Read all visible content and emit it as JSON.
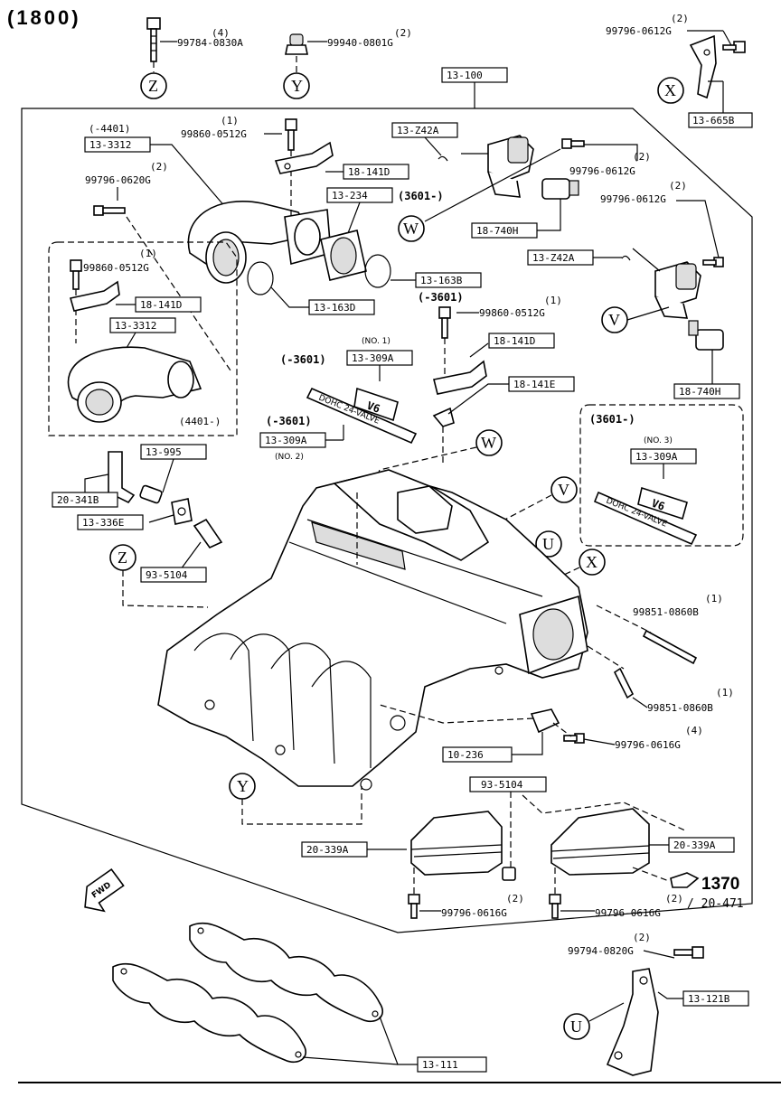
{
  "page": {
    "title": "(1800)"
  },
  "refs": {
    "r1": "13-100",
    "r2": "13-665B",
    "r3": "13-3312",
    "r4": "18-141D",
    "r5": "13-Z42A",
    "r6": "13-234",
    "r7": "18-740H",
    "r8": "13-163B",
    "r9": "13-163D",
    "r10": "18-141D",
    "r11": "13-3312",
    "r12": "13-Z42A",
    "r13": "18-141D",
    "r14": "13-309A",
    "r15": "18-141E",
    "r16": "13-309A",
    "r17": "18-740H",
    "r18": "13-995",
    "r19": "20-341B",
    "r20": "13-336E",
    "r21": "13-309A",
    "r22": "93-5104",
    "r23": "10-236",
    "r24": "93-5104",
    "r25": "20-339A",
    "r26": "20-339A",
    "r27": "13-121B",
    "r28": "13-111"
  },
  "labels": {
    "pn1": "99784-0830A",
    "pn2": "99940-0801G",
    "pn3": "99796-0612G",
    "pn4": "99860-0512G",
    "pn5": "99796-0620G",
    "pn6": "99796-0612G",
    "pn7": "99796-0612G",
    "pn8": "99860-0512G",
    "pn9": "99860-0512G",
    "pn10": "99851-0860B",
    "pn11": "99851-0860B",
    "pn12": "99796-0616G",
    "pn13": "99796-0616G",
    "pn14": "99796-0616G",
    "pn15": "99794-0820G",
    "q4": "(4)",
    "q2": "(2)",
    "q1": "(1)",
    "c4401a": "(-4401)",
    "c4401b": "(4401-)",
    "c3601p": "(3601-)",
    "c3601m": "(-3601)",
    "c3601box": "(3601-)",
    "no1": "(NO. 1)",
    "no2": "(NO. 2)",
    "no3": "(NO. 3)",
    "refpage": "1370",
    "refsub": "/ 20-471",
    "fwd": "FWD",
    "emb1": "DOHC 24-VALVE",
    "emb2": "V6"
  },
  "callouts": {
    "z": "Z",
    "y": "Y",
    "x": "X",
    "w": "W",
    "v": "V",
    "u": "U"
  }
}
